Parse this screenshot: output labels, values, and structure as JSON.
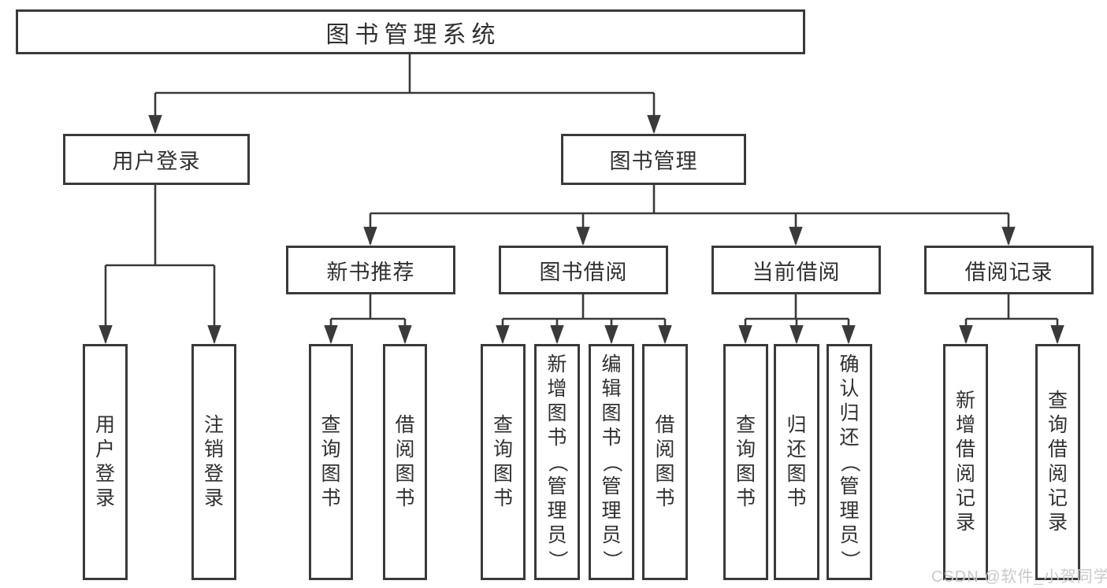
{
  "root": {
    "label": "图书管理系统"
  },
  "user_login": {
    "label": "用户登录",
    "leaves": [
      "用户登录",
      "注销登录"
    ]
  },
  "book_mgmt": {
    "label": "图书管理",
    "branches": [
      {
        "label": "新书推荐",
        "leaves": [
          "查询图书",
          "借阅图书"
        ]
      },
      {
        "label": "图书借阅",
        "leaves": [
          "查询图书",
          "新增图书（管理员）",
          "编辑图书（管理员）",
          "借阅图书"
        ]
      },
      {
        "label": "当前借阅",
        "leaves": [
          "查询图书",
          "归还图书",
          "确认归还（管理员）"
        ]
      },
      {
        "label": "借阅记录",
        "leaves": [
          "新增借阅记录",
          "查询借阅记录"
        ]
      }
    ]
  },
  "watermark": "CSDN @软件_小贺同学",
  "colors": {
    "line": "#3a3a3a",
    "box_border": "#3a3a3a",
    "text": "#303030",
    "watermark": "#c9c9c9",
    "background": "#ffffff"
  }
}
